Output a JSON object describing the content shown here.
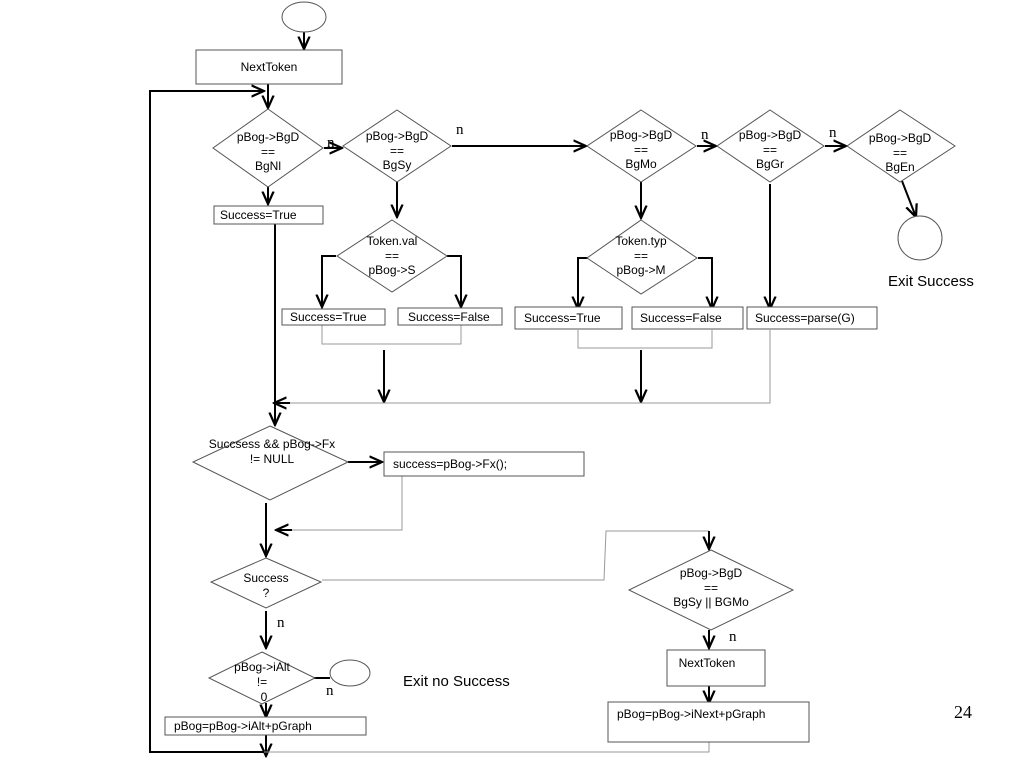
{
  "labels": {
    "next_token_top": "NextToken",
    "d_bgnl": [
      "pBog->BgD",
      "==",
      "BgNl"
    ],
    "d_bgsy": [
      "pBog->BgD",
      "==",
      "BgSy"
    ],
    "d_bgmo": [
      "pBog->BgD",
      "==",
      "BgMo"
    ],
    "d_bggr": [
      "pBog->BgD",
      "==",
      "BgGr"
    ],
    "d_bgen": [
      "pBog->BgD",
      "==",
      "BgEn"
    ],
    "success_true_1": "Success=True",
    "d_tokval": [
      "Token.val",
      "==",
      "pBog->S"
    ],
    "success_true_2": "Success=True",
    "success_false_1": "Success=False",
    "d_toktyp": [
      "Token.typ",
      "==",
      "pBog->M"
    ],
    "success_true_3": "Success=True",
    "success_false_2": "Success=False",
    "success_parse": "Success=parse(G)",
    "exit_success": "Exit Success",
    "d_fx": [
      "Succsess && pBog->Fx",
      "!= NULL"
    ],
    "fx_call": "success=pBog->Fx();",
    "d_success": [
      "Success",
      "?"
    ],
    "d_bgsy_bgmo": [
      "pBog->BgD",
      "==",
      "BgSy || BGMo"
    ],
    "next_token_bottom": "NextToken",
    "assign_inext": "pBog=pBog->iNext+pGraph",
    "d_ialt": [
      "pBog->iAlt",
      "!=",
      "0"
    ],
    "assign_ialt": "pBog=pBog->iAlt+pGraph",
    "exit_no_success": "Exit no Success",
    "n_labels": [
      "n",
      "n",
      "n",
      "n",
      "n",
      "n",
      "n"
    ],
    "page_number": "24"
  }
}
